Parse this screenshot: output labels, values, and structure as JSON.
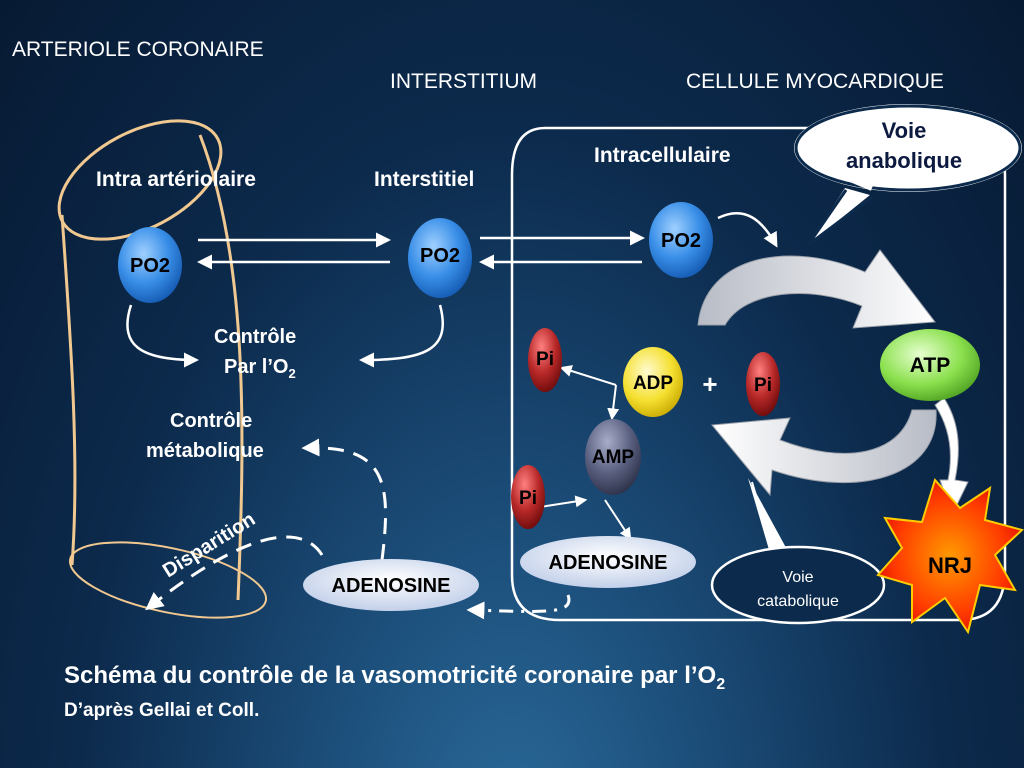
{
  "titles": {
    "arteriole": "ARTERIOLE CORONAIRE",
    "interstitium": "INTERSTITIUM",
    "cellule": "CELLULE MYOCARDIQUE"
  },
  "compartments": {
    "intra_arteriolaire": "Intra artériolaire",
    "interstitiel": "Interstitiel",
    "intracellulaire": "Intracellulaire"
  },
  "nodes": {
    "po2_arteriole": "PO2",
    "po2_interstitiel": "PO2",
    "po2_intracellulaire": "PO2",
    "atp": "ATP",
    "adp": "ADP",
    "plus": "+",
    "pi_cell": "Pi",
    "pi_top": "Pi",
    "amp": "AMP",
    "pi_bottom": "Pi",
    "adenosine_cell": "ADENOSINE",
    "adenosine_inter": "ADENOSINE",
    "nrj": "NRJ"
  },
  "labels": {
    "controle_o2_line1": "Contrôle",
    "controle_o2_line2": "Par l’O",
    "controle_o2_sub": "2",
    "controle_meta_line1": "Contrôle",
    "controle_meta_line2": "métabolique",
    "disparition": "Disparition"
  },
  "bubbles": {
    "anabolique_line1": "Voie",
    "anabolique_line2": "anabolique",
    "catabolique_line1": "Voie",
    "catabolique_line2": "catabolique"
  },
  "caption": {
    "title": "Schéma du contrôle de la vasomotricité coronaire par l’O",
    "title_sub": "2",
    "subtitle": "D’après Gellai et Coll."
  },
  "colors": {
    "po2_blue": "#3a8fe8",
    "atp_green": "#8be04e",
    "adp_yellow": "#f5e030",
    "pi_red": "#a82020",
    "amp_gray": "#4a5070",
    "adenosine_bg": "#d8e2f2",
    "nrj_red": "#ff2a00",
    "nrj_orange": "#ff9a00",
    "arteriole_outline": "#f0c890"
  }
}
